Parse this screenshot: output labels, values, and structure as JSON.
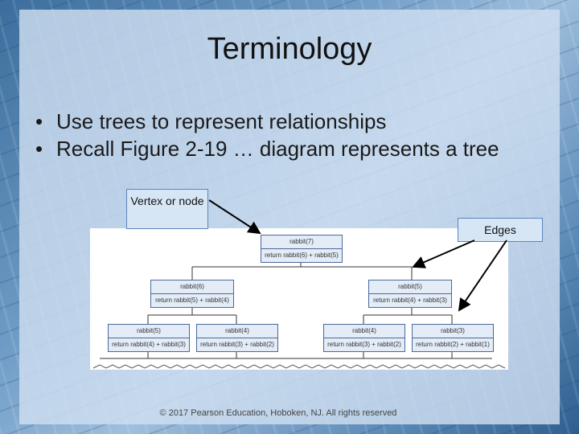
{
  "slide": {
    "title": "Terminology",
    "bullets": [
      "Use trees to represent relationships",
      "Recall Figure 2-19 … diagram represents a tree"
    ],
    "bullet_char": "•"
  },
  "callouts": {
    "vertex": "Vertex or node",
    "edges": "Edges"
  },
  "figure": {
    "nodes": [
      {
        "call": "rabbit(7)",
        "ret": "return rabbit(6) + rabbit(5)"
      },
      {
        "call": "rabbit(6)",
        "ret": "return rabbit(5) + rabbit(4)"
      },
      {
        "call": "rabbit(5)",
        "ret": "return rabbit(4) + rabbit(3)"
      },
      {
        "call": "rabbit(5)",
        "ret": "return rabbit(4) + rabbit(3)"
      },
      {
        "call": "rabbit(4)",
        "ret": "return rabbit(3) + rabbit(2)"
      },
      {
        "call": "rabbit(4)",
        "ret": "return rabbit(3) + rabbit(2)"
      },
      {
        "call": "rabbit(3)",
        "ret": "return rabbit(2) + rabbit(1)"
      }
    ]
  },
  "footer": {
    "copyright": "© 2017 Pearson Education, Hoboken, NJ.  All rights reserved"
  }
}
